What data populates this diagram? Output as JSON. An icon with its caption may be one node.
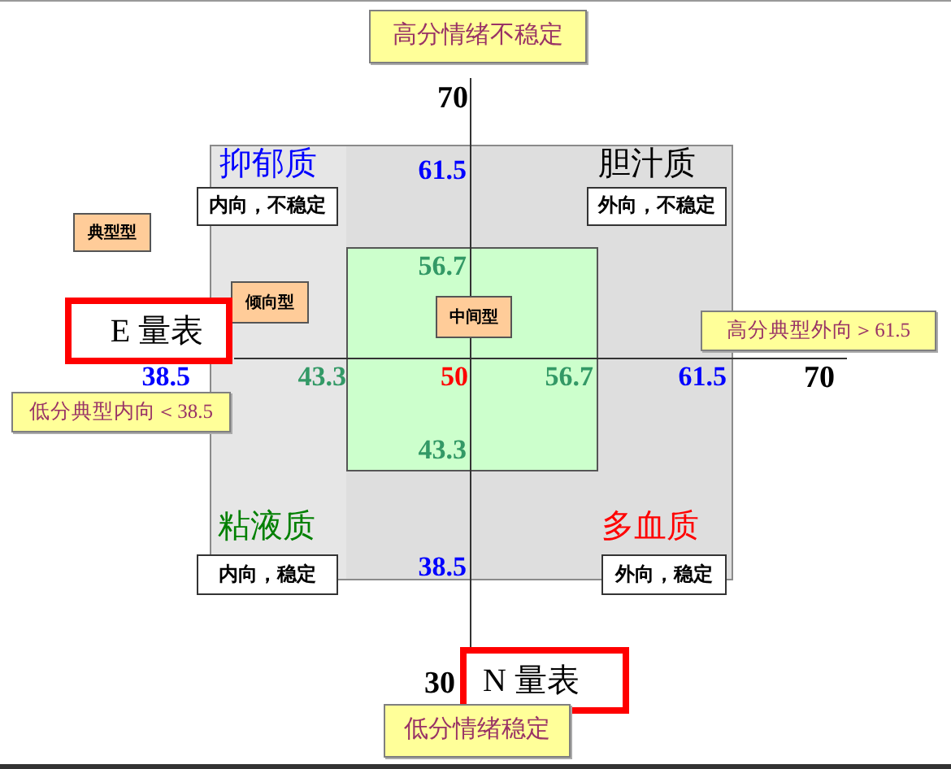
{
  "diagram": {
    "nodes": [
      {
        "text": [
          "高分情绪不稳定"
        ]
      },
      {
        "text": [
          "内向，不稳定"
        ]
      },
      {
        "text": [
          "外向，不稳定"
        ]
      },
      {
        "text": [
          "典型型"
        ]
      },
      {
        "text": [
          "倾向型"
        ]
      },
      {
        "text": [
          "中间型"
        ]
      },
      {
        "text": [
          "E 量表"
        ]
      },
      {
        "text": [
          "高分典型外向＞61.5"
        ]
      },
      {
        "text": [
          "低分典型内向＜38.5"
        ]
      },
      {
        "text": [
          "内向，稳定"
        ]
      },
      {
        "text": [
          "外向，稳定"
        ]
      },
      {
        "text": [
          "N 量表"
        ]
      },
      {
        "text": [
          "低分情绪稳定"
        ]
      }
    ],
    "labels": [
      "70",
      "抑郁质",
      "61.5",
      "胆汁质",
      "56.7",
      "38.5",
      "43.3",
      "50",
      "56.7",
      "61.5",
      "70",
      "43.3",
      "粘液质",
      "多血质",
      "38.5",
      "30"
    ]
  }
}
